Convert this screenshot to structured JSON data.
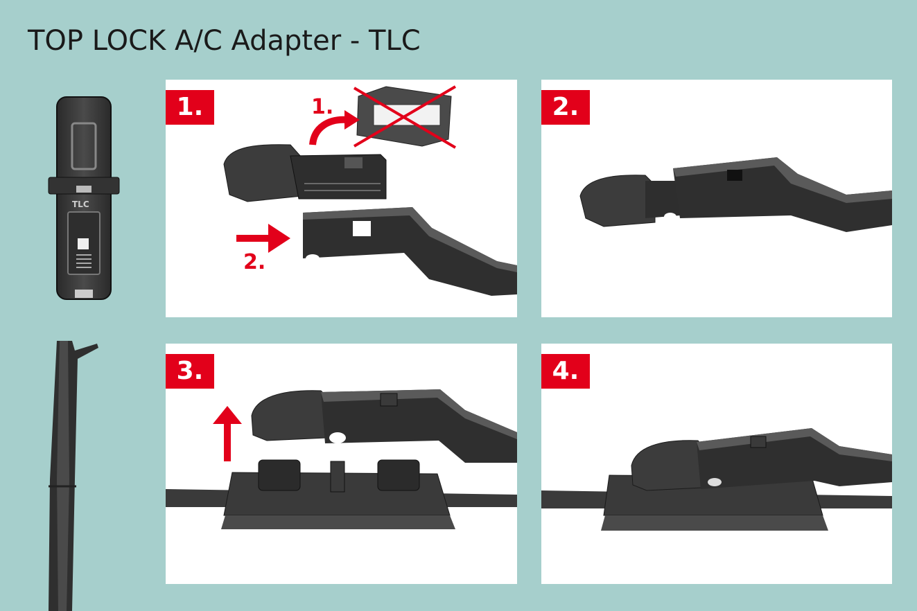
{
  "title": "TOP LOCK A/C Adapter - TLC",
  "side_label": "TLC",
  "steps": [
    {
      "label": "1.",
      "sub_labels": [
        "1.",
        "2."
      ]
    },
    {
      "label": "2."
    },
    {
      "label": "3."
    },
    {
      "label": "4."
    }
  ],
  "colors": {
    "background": "#a6cfcc",
    "accent": "#e2001a",
    "panel": "#ffffff",
    "part": "#3a3a3a"
  }
}
